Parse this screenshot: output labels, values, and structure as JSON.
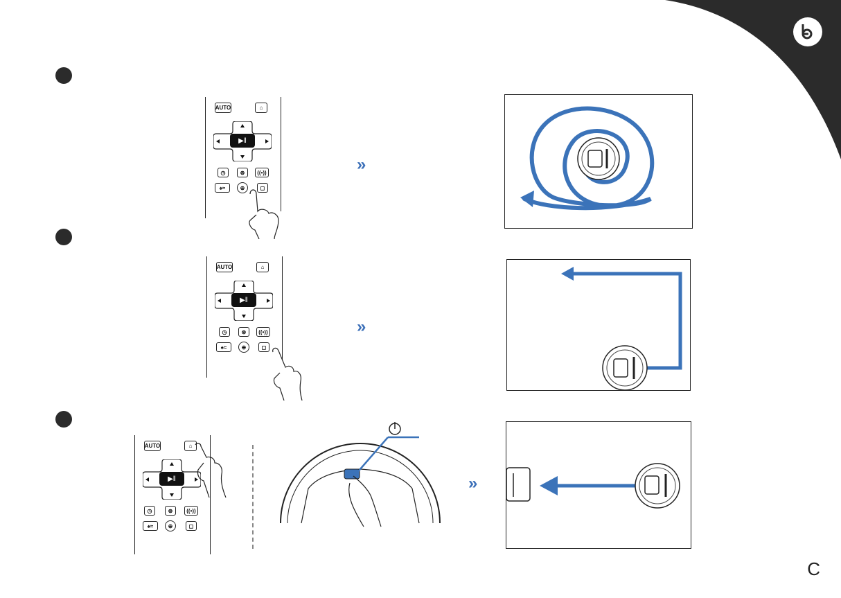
{
  "remote": {
    "auto_label": "AUTO",
    "play_pause_icon": "play-pause-icon",
    "home_icon": "home-icon"
  },
  "steps": [
    {
      "id": "spiral",
      "chevron": "»"
    },
    {
      "id": "edge",
      "chevron": "»"
    },
    {
      "id": "dock",
      "chevron": "»"
    }
  ],
  "page": {
    "number": "C",
    "logo_icon": "brand-logo-icon"
  },
  "colors": {
    "accent_blue": "#3b6fb8",
    "corner_dark": "#2b2b2b"
  }
}
